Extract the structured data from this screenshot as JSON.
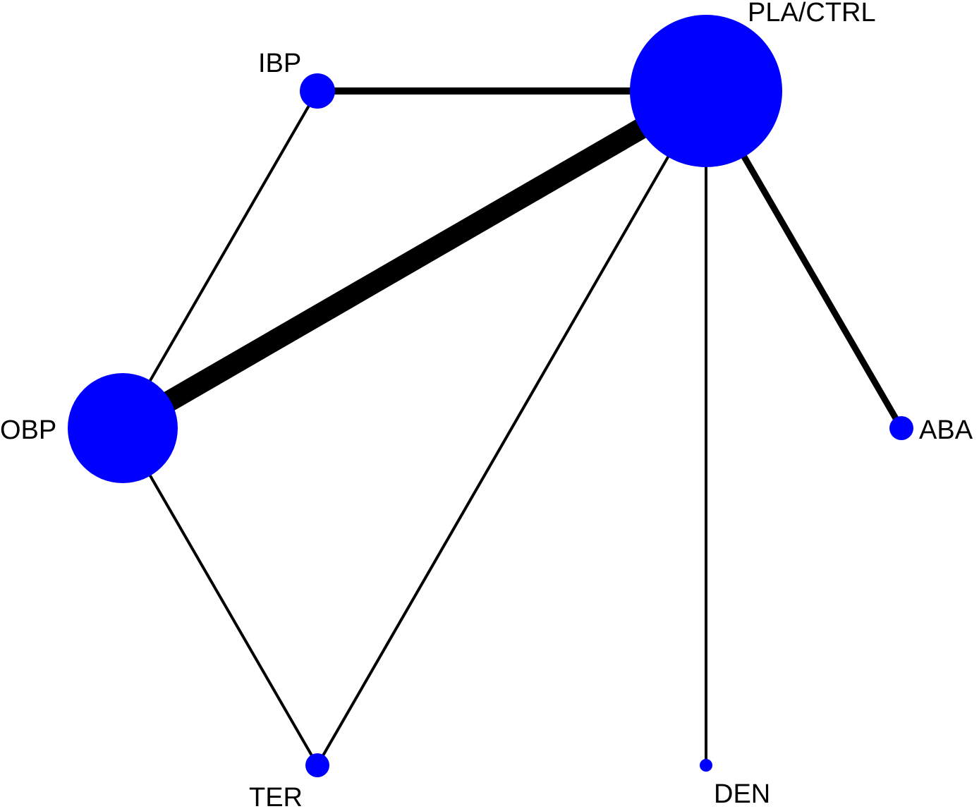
{
  "diagram": {
    "type": "network",
    "colors": {
      "node": "#0000ff",
      "edge": "#000000",
      "label": "#000000",
      "background": "#ffffff"
    },
    "nodes": [
      {
        "id": "pla",
        "label": "PLA/CTRL"
      },
      {
        "id": "ibp",
        "label": "IBP"
      },
      {
        "id": "obp",
        "label": "OBP"
      },
      {
        "id": "ter",
        "label": "TER"
      },
      {
        "id": "den",
        "label": "DEN"
      },
      {
        "id": "aba",
        "label": "ABA"
      }
    ],
    "edges": [
      {
        "from": "ibp",
        "to": "pla"
      },
      {
        "from": "ibp",
        "to": "obp"
      },
      {
        "from": "obp",
        "to": "pla"
      },
      {
        "from": "obp",
        "to": "ter"
      },
      {
        "from": "ter",
        "to": "pla"
      },
      {
        "from": "den",
        "to": "pla"
      },
      {
        "from": "aba",
        "to": "pla"
      }
    ]
  }
}
